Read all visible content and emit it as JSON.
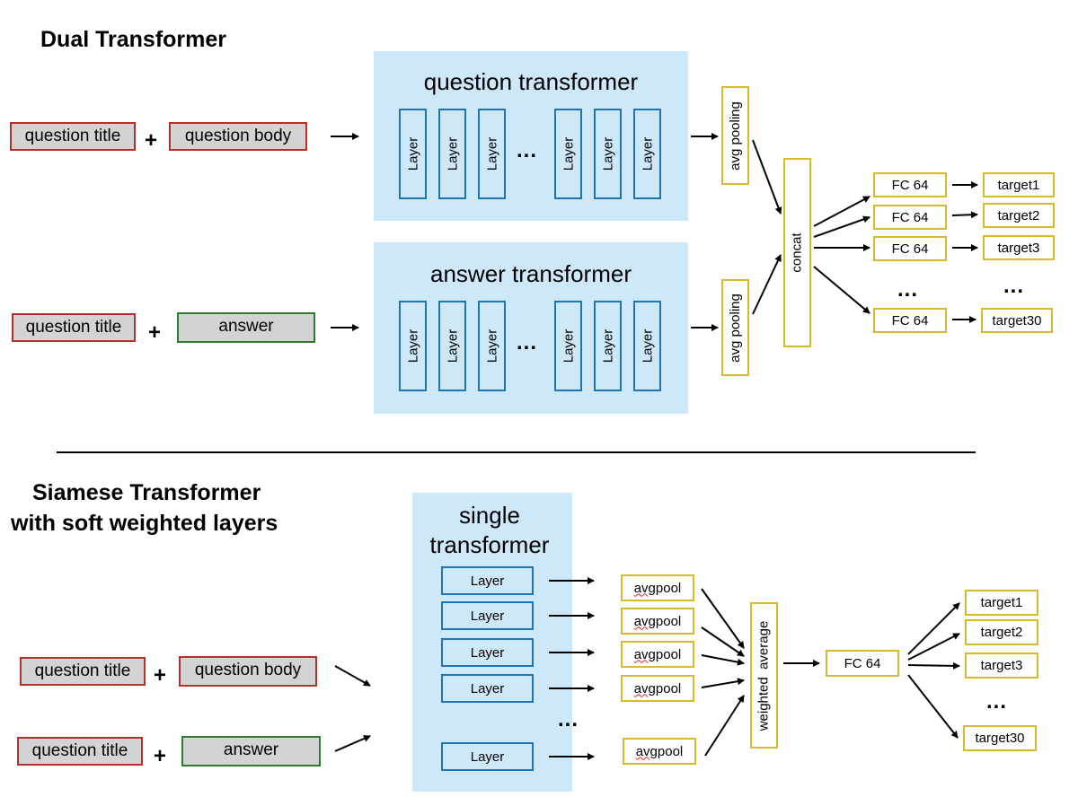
{
  "dual": {
    "heading": "Dual Transformer",
    "question_row": {
      "input1": "question title",
      "plus": "+",
      "input2": "question body"
    },
    "answer_row": {
      "input1": "question title",
      "plus": "+",
      "input2": "answer"
    },
    "question_transformer": {
      "title": "question transformer",
      "layers": [
        "Layer",
        "Layer",
        "Layer",
        "Layer",
        "Layer",
        "Layer"
      ],
      "ellipsis": "..."
    },
    "answer_transformer": {
      "title": "answer transformer",
      "layers": [
        "Layer",
        "Layer",
        "Layer",
        "Layer",
        "Layer",
        "Layer"
      ],
      "ellipsis": "..."
    },
    "pool_label": "avg pooling",
    "concat_label": "concat",
    "fc_labels": [
      "FC 64",
      "FC 64",
      "FC 64",
      "FC 64"
    ],
    "targets": [
      "target1",
      "target2",
      "target3",
      "target30"
    ],
    "ellipsis": "..."
  },
  "siamese": {
    "heading_line1": "Siamese Transformer",
    "heading_line2": "with soft weighted layers",
    "row1": {
      "input1": "question title",
      "plus": "+",
      "input2": "question body"
    },
    "row2": {
      "input1": "question title",
      "plus": "+",
      "input2": "answer"
    },
    "transformer_title_line1": "single",
    "transformer_title_line2": "transformer",
    "layers": [
      "Layer",
      "Layer",
      "Layer",
      "Layer",
      "Layer"
    ],
    "layers_ellipsis": "...",
    "pool_prefix": "avg",
    "pool_suffix": " pool",
    "weighted_line1": "weighted",
    "weighted_line2": "average",
    "fc_label": "FC 64",
    "targets": [
      "target1",
      "target2",
      "target3",
      "target30"
    ],
    "ellipsis": "..."
  },
  "colors": {
    "panel": "#cde8f9",
    "layer_border": "#1f73b7",
    "question_border": "#b2312b",
    "answer_border": "#2e7d2e",
    "yellow_border": "#d8b92e",
    "input_fill": "#d3d3d3"
  }
}
